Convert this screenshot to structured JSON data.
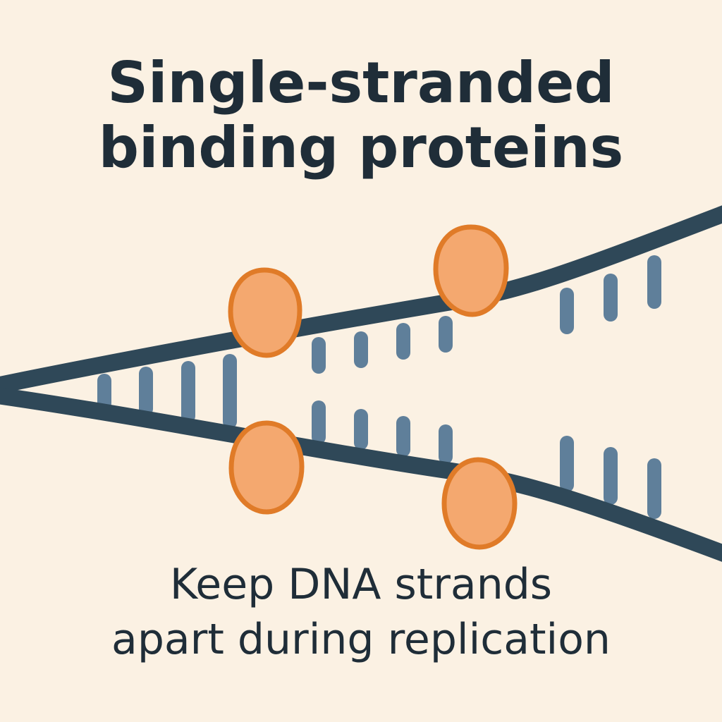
{
  "title": {
    "line1": "Single-stranded",
    "line2": "binding proteins"
  },
  "caption": {
    "line1": "Keep DNA strands",
    "line2": "apart during replication"
  },
  "colors": {
    "background": "#fbf1e3",
    "strand": "#2f4858",
    "base": "#5f7f9a",
    "protein_fill": "#f4a86f",
    "protein_outline": "#e07b28",
    "text": "#1f2d38"
  }
}
